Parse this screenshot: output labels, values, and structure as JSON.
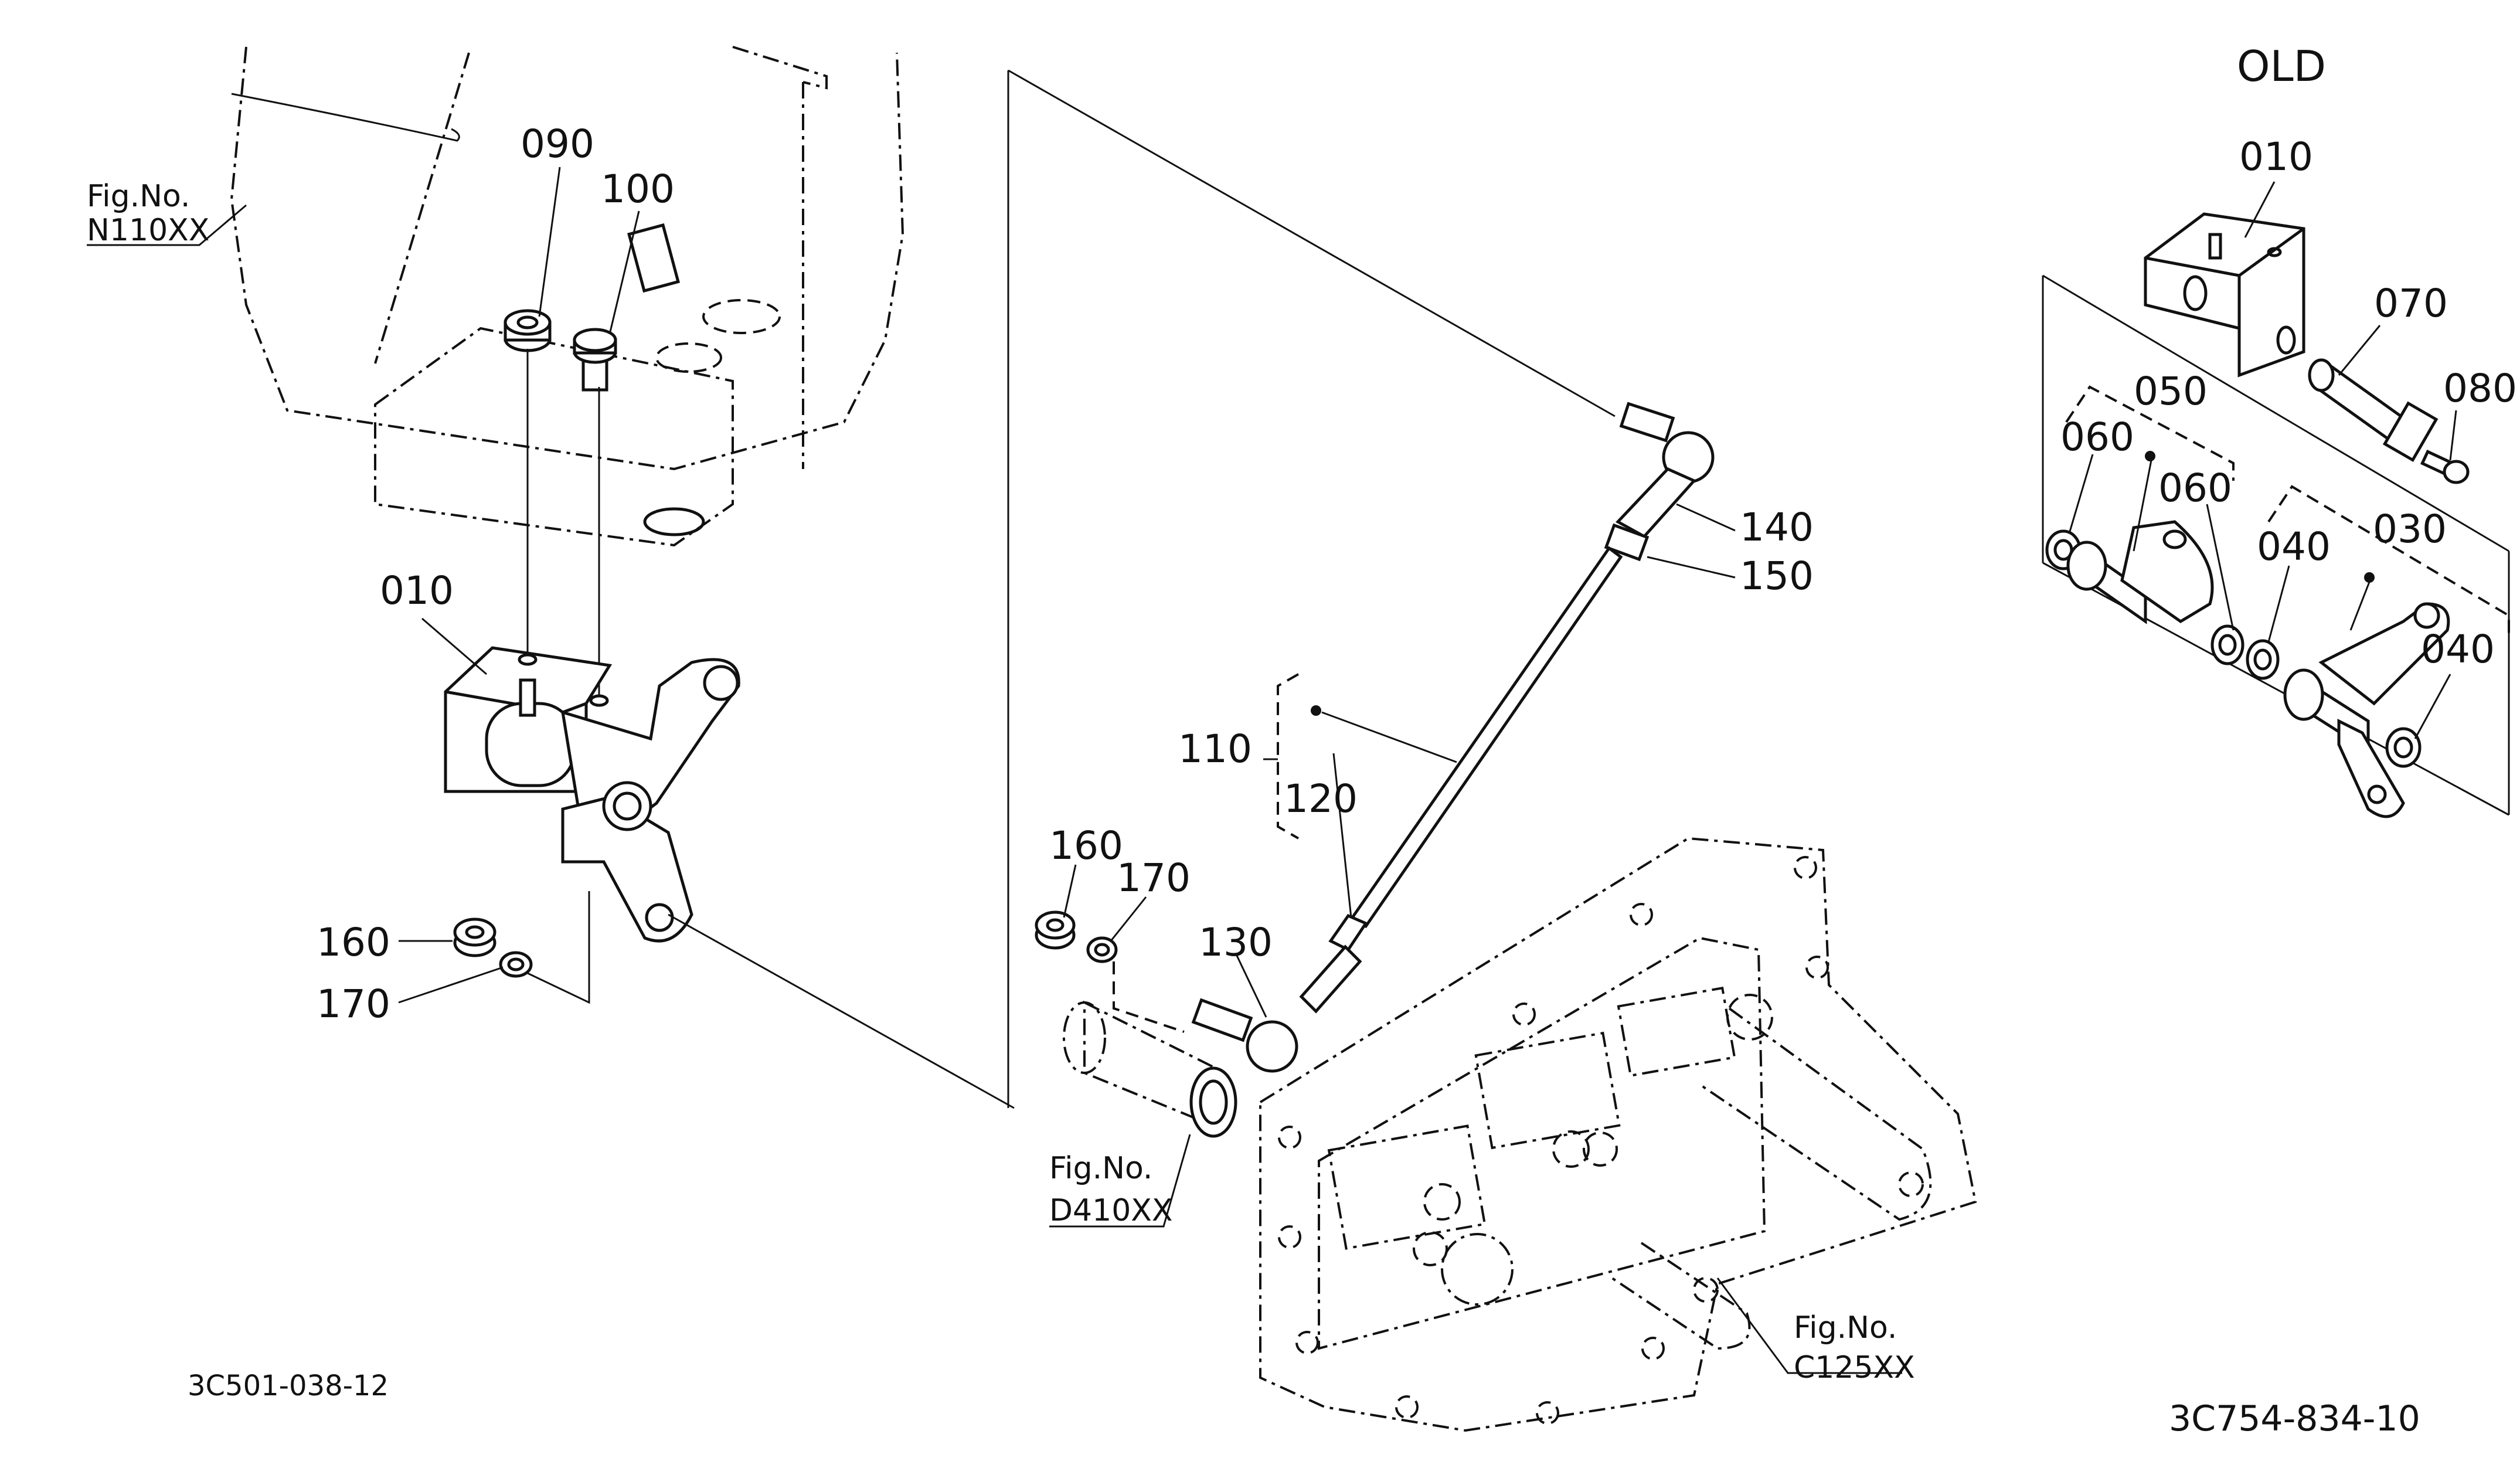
{
  "header": {
    "old_label": "OLD"
  },
  "figure_refs": {
    "n110": {
      "line1": "Fig.No.",
      "line2": "N110XX"
    },
    "d410": {
      "line1": "Fig.No.",
      "line2": "D410XX"
    },
    "c125": {
      "line1": "Fig.No.",
      "line2": "C125XX"
    }
  },
  "callouts": {
    "left": {
      "p090": "090",
      "p100": "100",
      "p010": "010",
      "p160": "160",
      "p170": "170"
    },
    "center": {
      "p140": "140",
      "p150": "150",
      "p110": "110",
      "p120": "120",
      "p130": "130",
      "p160": "160",
      "p170": "170"
    },
    "old": {
      "p010": "010",
      "p070": "070",
      "p080": "080",
      "p050": "050",
      "p060a": "060",
      "p060b": "060",
      "p040a": "040",
      "p030": "030",
      "p040b": "040"
    }
  },
  "drawing_codes": {
    "left": "3C501-038-12",
    "right": "3C754-834-10"
  }
}
